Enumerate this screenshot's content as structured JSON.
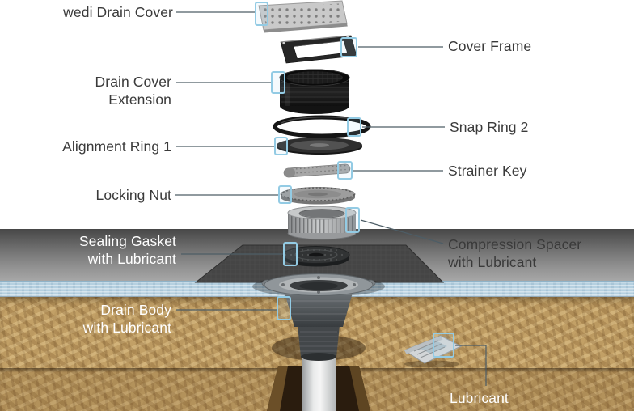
{
  "labels": {
    "wedi_drain_cover": "wedi Drain Cover",
    "cover_frame": "Cover Frame",
    "drain_cover_extension": "Drain Cover\nExtension",
    "snap_ring_2": "Snap Ring 2",
    "alignment_ring_1": "Alignment Ring 1",
    "strainer_key": "Strainer Key",
    "locking_nut": "Locking Nut",
    "compression_spacer": "Compression Spacer\nwith Lubricant",
    "sealing_gasket": "Sealing Gasket\nwith Lubricant",
    "drain_body": "Drain Body\nwith Lubricant",
    "lubricant": "Lubricant"
  },
  "colors": {
    "callout_border": "#93cbe4",
    "leader_line": "#4d5d66",
    "label_dark": "#3a3a3a",
    "label_light": "#ffffff",
    "board_blue": "#b5d0e0",
    "mortar_gray_top": "#474747",
    "mortar_gray_bottom": "#a7a7a7",
    "wood_base": "#c2a066"
  }
}
